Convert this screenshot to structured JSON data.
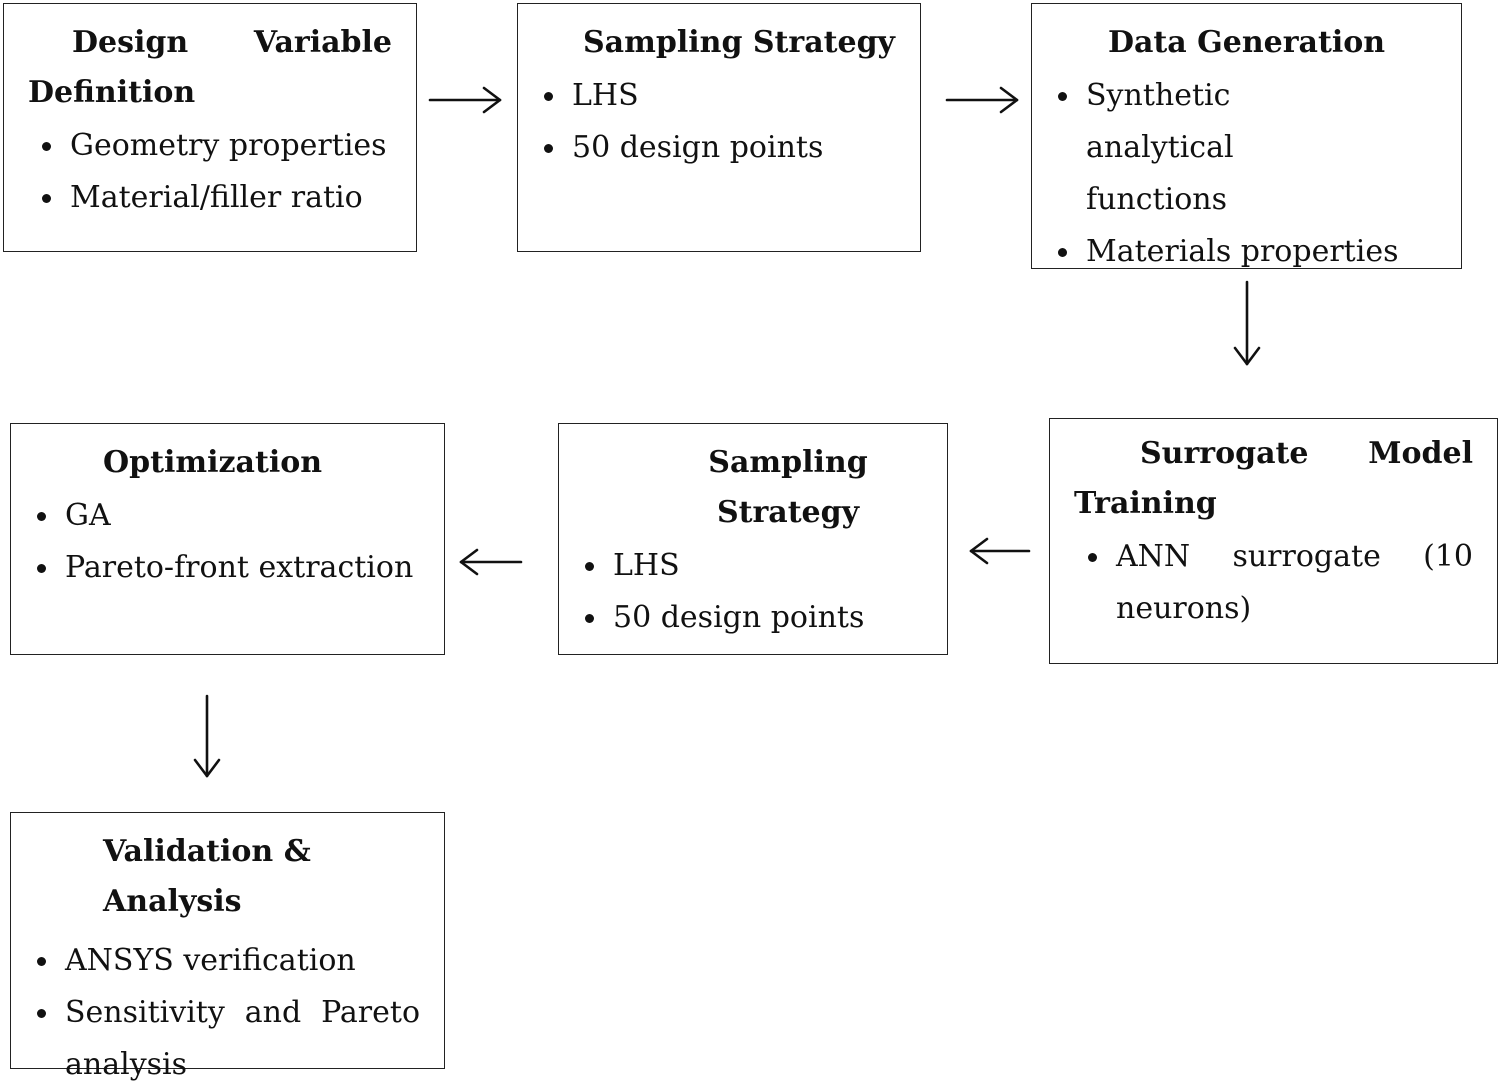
{
  "boxes": {
    "design_variable": {
      "title": "Design Variable Definition",
      "items": [
        "Geometry properties",
        "Material/filler ratio"
      ]
    },
    "sampling_top": {
      "title": "Sampling Strategy",
      "items": [
        "LHS",
        "50 design points"
      ]
    },
    "data_generation": {
      "title": "Data Generation",
      "items": [
        "Synthetic analytical functions",
        "Materials properties"
      ]
    },
    "surrogate_training": {
      "title": "Surrogate Model Training",
      "items": [
        "ANN surrogate (10 neurons)"
      ]
    },
    "sampling_bottom": {
      "title": "Sampling Strategy",
      "items": [
        "LHS",
        "50 design points"
      ]
    },
    "optimization": {
      "title": "Optimization",
      "items": [
        "GA",
        "Pareto-front extraction"
      ]
    },
    "validation": {
      "title": "Validation & Analysis",
      "items": [
        "ANSYS verification",
        "Sensitivity and Pareto analysis"
      ]
    }
  },
  "colors": {
    "stroke": "#222222",
    "background": "#ffffff",
    "text": "#111111"
  }
}
